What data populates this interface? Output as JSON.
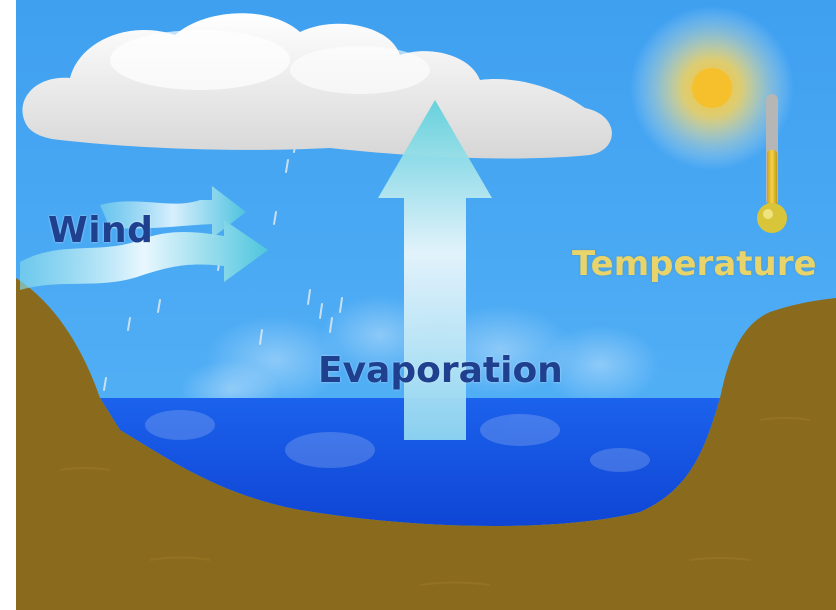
{
  "labels": {
    "wind": "Wind",
    "evaporation": "Evaporation",
    "temperature": "Temperature"
  },
  "icons": [
    "cloud-icon",
    "sun-icon",
    "thermometer-icon",
    "wind-arrow-icon",
    "evaporation-arrow-icon",
    "rain-icon"
  ],
  "colors": {
    "sky": "#46a6f2",
    "water": "#1e5fe8",
    "ground": "#8a6a1c",
    "label_dark": "#1f3f8f",
    "label_temperature": "#e8d46a",
    "sun": "#f4c430"
  }
}
